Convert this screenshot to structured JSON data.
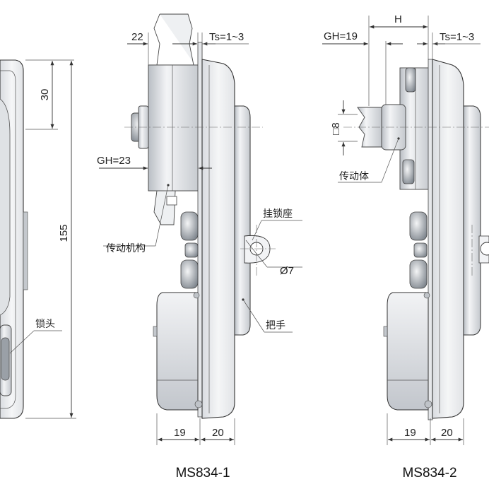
{
  "colors": {
    "metal_light": "#e9ebee",
    "metal_mid": "#c9cdd2",
    "metal_dark": "#8a9098",
    "line": "#333333"
  },
  "front_view": {
    "dim_height_top": "30",
    "dim_total_height": "155",
    "label_lock_head": "锁头"
  },
  "view_1": {
    "dim_top_width": "22",
    "dim_thickness": "Ts=1~3",
    "dim_gh": "GH=23",
    "label_mechanism": "传动机构",
    "label_hook_seat": "挂锁座",
    "label_hole": "Ø7",
    "label_handle": "把手",
    "dim_bottom_left": "19",
    "dim_bottom_right": "20",
    "model": "MS834-1"
  },
  "view_2": {
    "dim_h": "H",
    "dim_gh": "GH=19",
    "dim_thickness": "Ts=1~3",
    "dim_square": "□8",
    "label_driver": "传动体",
    "dim_bottom_left": "19",
    "dim_bottom_right": "20",
    "model": "MS834-2"
  }
}
